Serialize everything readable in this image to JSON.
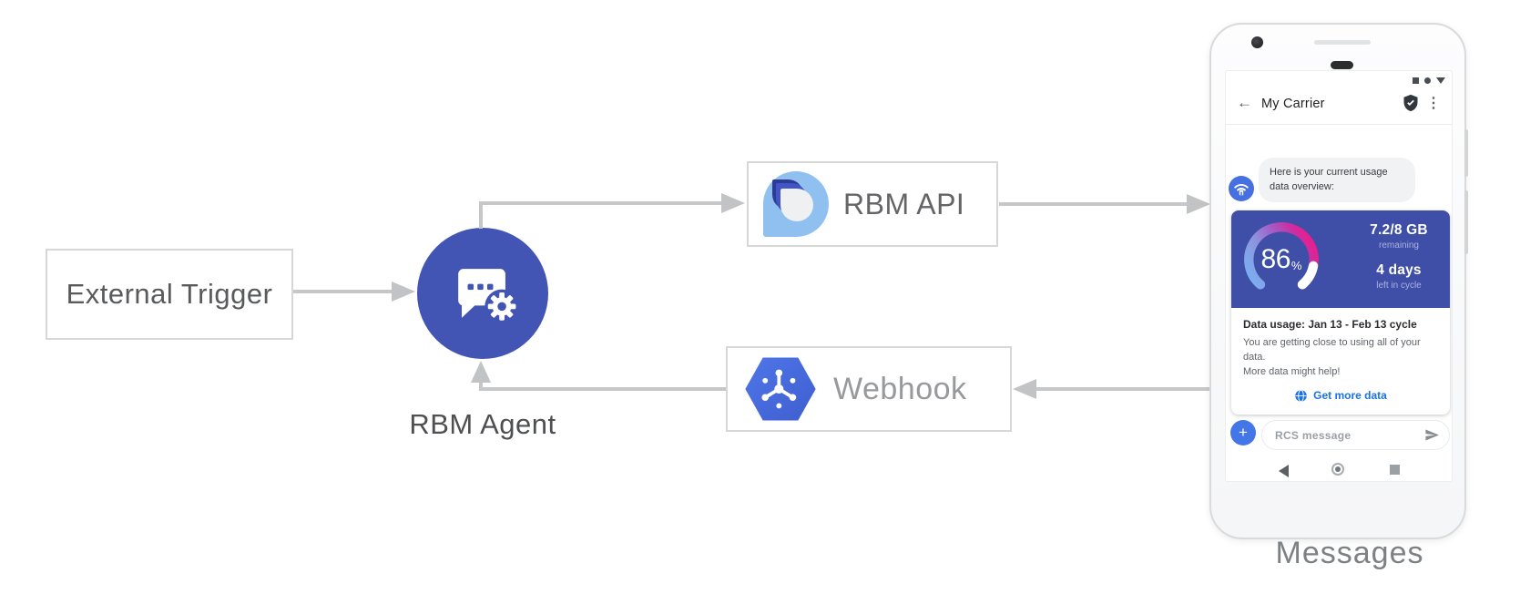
{
  "diagram": {
    "arrow_color": "#c6c7c9",
    "nodes": {
      "external_trigger": {
        "label": "External Trigger"
      },
      "rbm_agent": {
        "label": "RBM Agent",
        "icon": "chat-bubble-gear-icon",
        "color": "#4355b4"
      },
      "rbm_api": {
        "label": "RBM API",
        "icon": "rbm-teardrop-logo-icon"
      },
      "webhook": {
        "label": "Webhook",
        "icon": "cloud-hexagon-network-icon",
        "color": "#4a6fe3"
      }
    }
  },
  "phone": {
    "caption": "Messages",
    "statusbar_icons": [
      "square",
      "circle",
      "triangle-down"
    ],
    "header": {
      "back_icon": "←",
      "title": "My Carrier",
      "verified_badge_icon": "shield-check",
      "menu_icon": "⋮"
    },
    "chat": {
      "agent_avatar_icon": "wifi-hotspot",
      "bubble_lines": [
        "Here is your current usage",
        "data overview:"
      ],
      "card": {
        "gauge": {
          "value": "86",
          "unit": "%",
          "percent": 86,
          "colors": [
            "#79b1f2",
            "#8d95de",
            "#a55cc6",
            "#cb2fa4",
            "#e81e8c"
          ]
        },
        "stats": [
          {
            "value": "7.2/8 GB",
            "caption": "remaining"
          },
          {
            "value": "4 days",
            "caption": "left in cycle"
          }
        ],
        "title": "Data usage: Jan 13 - Feb 13 cycle",
        "body_lines": [
          "You are getting close to using all of your data.",
          "More data might help!"
        ],
        "action_label": "Get more data",
        "action_color": "#1a73e8",
        "hero_color": "#3f4ea7"
      }
    },
    "compose": {
      "plus_icon": "+",
      "placeholder": "RCS message",
      "send_icon": "send-arrow"
    },
    "navbar_icons": [
      "back-triangle",
      "home-circle",
      "recents-square"
    ]
  }
}
